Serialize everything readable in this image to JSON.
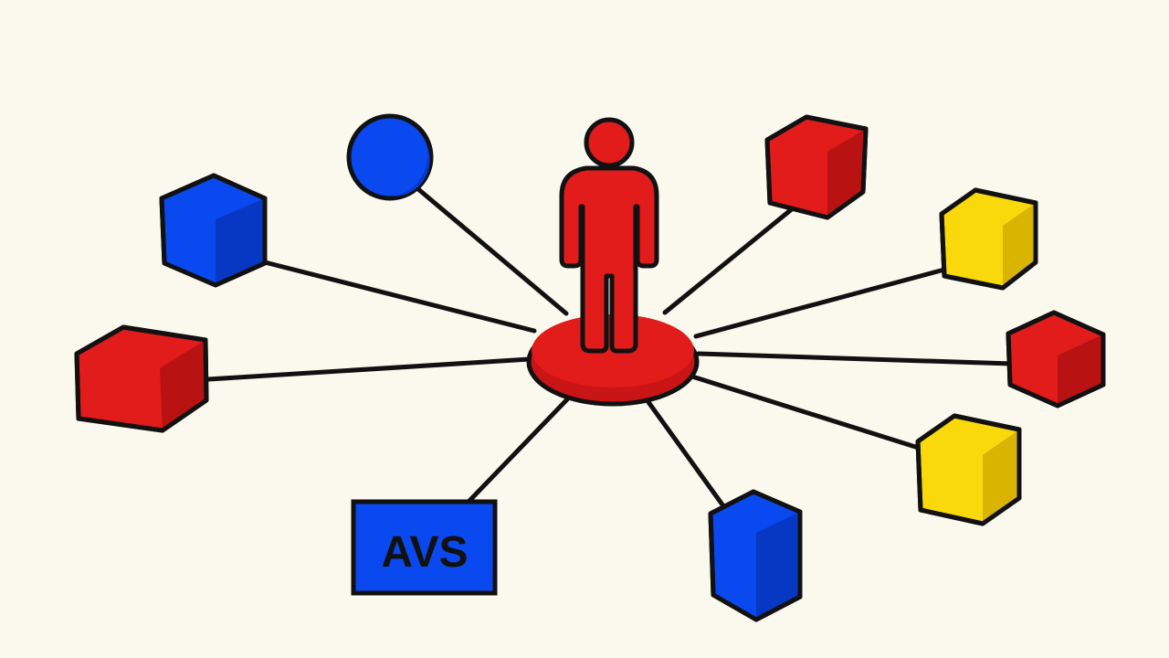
{
  "colors": {
    "background": "#fbf9ee",
    "stroke": "#111111",
    "red": "#e21b1b",
    "red_dark": "#b81212",
    "red_shade": "#c91515",
    "blue": "#0a49f0",
    "blue_dark": "#0638c4",
    "blue_shade": "#083fd6",
    "yellow": "#f9d80c",
    "yellow_dark": "#d9b400",
    "yellow_shade": "#e9c505"
  },
  "hub": {
    "icon": "person-icon",
    "platform": "disc-platform"
  },
  "nodes": [
    {
      "name": "blue-sphere",
      "icon": "sphere-icon",
      "color": "blue"
    },
    {
      "name": "blue-cube-top-left",
      "icon": "cube-icon",
      "color": "blue"
    },
    {
      "name": "red-cube-left",
      "icon": "cube-icon",
      "color": "red"
    },
    {
      "name": "avs-box",
      "icon": "label-box",
      "color": "blue",
      "label": "AVS"
    },
    {
      "name": "blue-cube-bottom",
      "icon": "cube-icon",
      "color": "blue"
    },
    {
      "name": "red-cube-top-right",
      "icon": "cube-icon",
      "color": "red"
    },
    {
      "name": "yellow-cube-upper-right",
      "icon": "cube-icon",
      "color": "yellow"
    },
    {
      "name": "red-cube-right",
      "icon": "cube-icon",
      "color": "red"
    },
    {
      "name": "yellow-cube-lower-right",
      "icon": "cube-icon",
      "color": "yellow"
    }
  ]
}
